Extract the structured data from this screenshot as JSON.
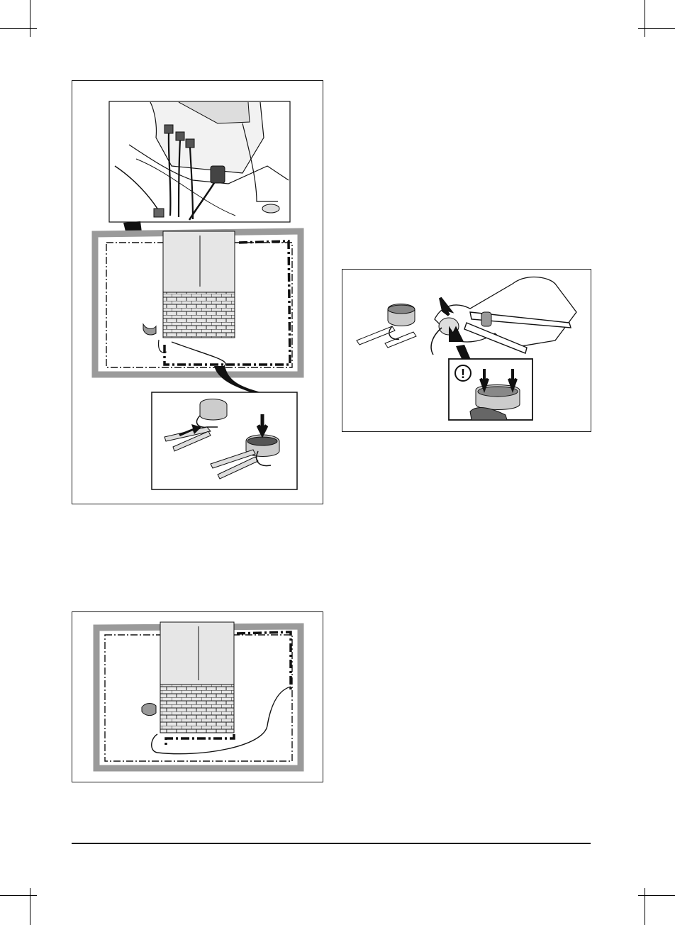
{
  "page": {
    "background": "#ffffff",
    "line_color": "#111111",
    "paving_fill": "#e6e6e6",
    "hedge_fill": "#9a9a9a"
  },
  "figures": {
    "fig1": {
      "icons": [
        "charging-station-connectors",
        "lawn-area-boundary-wire",
        "paving-grid",
        "wire-connector-press"
      ]
    },
    "fig2": {
      "icons": [
        "pliers-press-connector",
        "warning-exclamation"
      ],
      "warning_symbol": "!"
    },
    "fig3": {
      "icons": [
        "lawn-area-boundary-wire",
        "paving-grid"
      ]
    }
  }
}
